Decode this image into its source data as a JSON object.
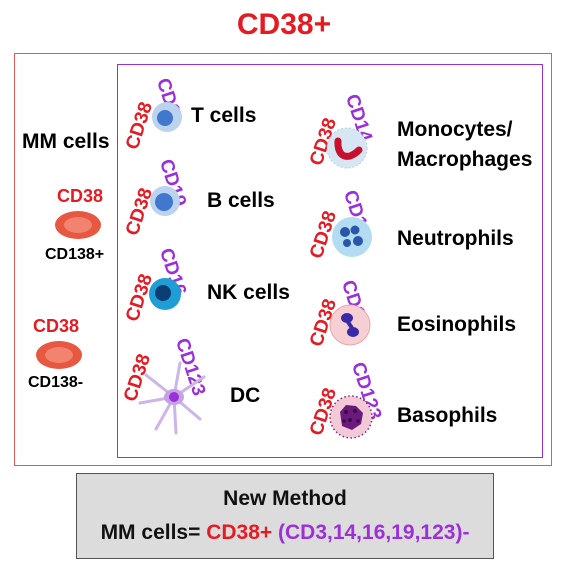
{
  "title": "CD38+",
  "mm": {
    "heading": "MM cells",
    "cells": [
      {
        "marker": "CD38",
        "subtype": "CD138+"
      },
      {
        "marker": "CD38",
        "subtype": "CD138-"
      }
    ]
  },
  "immune": {
    "left": [
      {
        "m1": "CD38",
        "m2": "CD3",
        "name": "T cells"
      },
      {
        "m1": "CD38",
        "m2": "CD19",
        "name": "B cells"
      },
      {
        "m1": "CD38",
        "m2": "CD16",
        "name": "NK cells"
      },
      {
        "m1": "CD38",
        "m2": "CD123",
        "name": "DC"
      }
    ],
    "right": [
      {
        "m1": "CD38",
        "m2": "CD14",
        "name": "Monocytes/\nMacrophages"
      },
      {
        "m1": "CD38",
        "m2": "CD16",
        "name": "Neutrophils"
      },
      {
        "m1": "CD38",
        "m2": "CD16",
        "name": "Eosinophils"
      },
      {
        "m1": "CD38",
        "m2": "CD123",
        "name": "Basophils"
      }
    ]
  },
  "method": {
    "title": "New Method",
    "prefix": "MM cells= ",
    "positive": "CD38+",
    "negative": " (CD3,14,16,19,123)-"
  },
  "colors": {
    "red": "#e51b23",
    "purple": "#9b30d9"
  }
}
